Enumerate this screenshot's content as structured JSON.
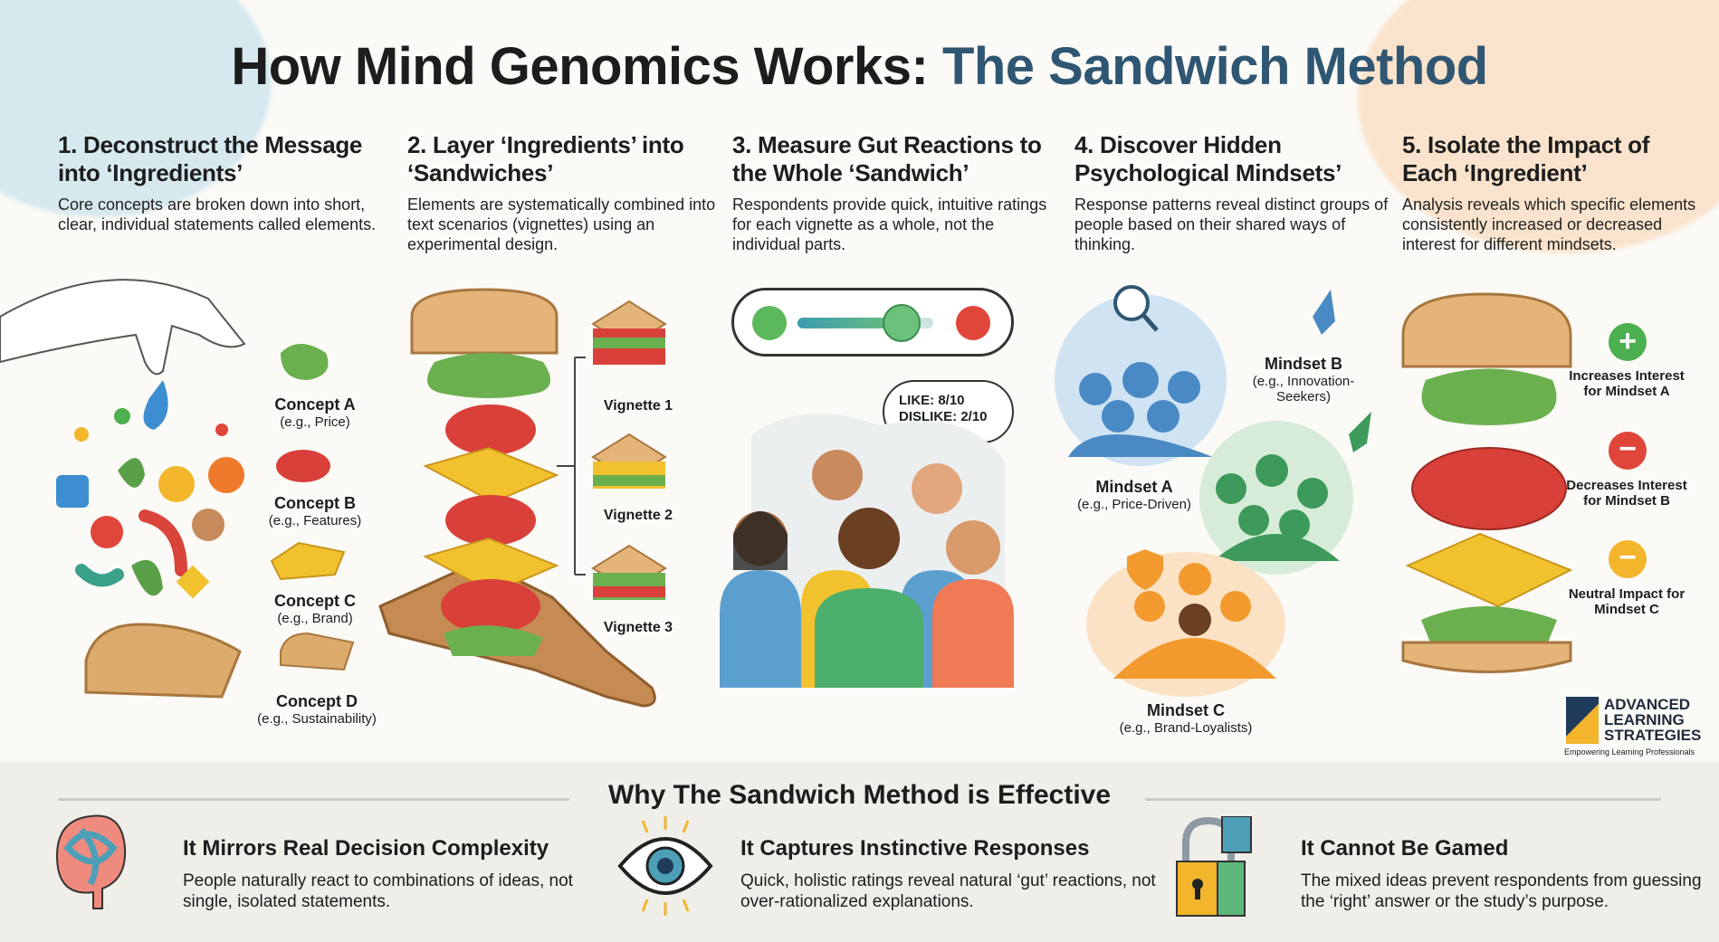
{
  "title": {
    "main": "How Mind Genomics Works:",
    "accent": "The Sandwich Method"
  },
  "steps": [
    {
      "heading": "1. Deconstruct the Message into ‘Ingredients’",
      "text": "Core concepts are broken down into short, clear, individual statements called elements."
    },
    {
      "heading": "2. Layer ‘Ingredients’ into ‘Sandwiches’",
      "text": "Elements are systematically combined into text scenarios (vignettes) using an experimental design."
    },
    {
      "heading": "3. Measure Gut Reactions to the Whole ‘Sandwich’",
      "text": "Respondents provide quick, intuitive ratings for each vignette as a whole, not the individual parts."
    },
    {
      "heading": "4. Discover Hidden Psychological Mindsets’",
      "text": "Response patterns reveal distinct groups of people based on their shared ways of thinking."
    },
    {
      "heading": "5. Isolate the Impact of Each ‘Ingredient’",
      "text": "Analysis reveals which specific elements consistently increased or decreased interest for different mindsets."
    }
  ],
  "concepts": [
    {
      "name": "Concept A",
      "eg": "(e.g., Price)"
    },
    {
      "name": "Concept B",
      "eg": "(e.g., Features)"
    },
    {
      "name": "Concept C",
      "eg": "(e.g., Brand)"
    },
    {
      "name": "Concept D",
      "eg": "(e.g., Sustainability)"
    }
  ],
  "vignettes": [
    "Vignette 1",
    "Vignette 2",
    "Vignette 3"
  ],
  "ratings": {
    "like": "LIKE: 8/10",
    "dislike": "DISLIKE: 2/10",
    "slider_fraction": 0.75
  },
  "mindsets": [
    {
      "name": "Mindset A",
      "eg": "(e.g., Price-Driven)"
    },
    {
      "name": "Mindset B",
      "eg": "(e.g., Innovation-Seekers)"
    },
    {
      "name": "Mindset C",
      "eg": "(e.g., Brand-Loyalists)"
    }
  ],
  "impacts": [
    {
      "label": "Increases Interest for Mindset A",
      "color": "#4caf50"
    },
    {
      "label": "Decreases Interest for Mindset B",
      "color": "#e0453a"
    },
    {
      "label": "Neutral Impact for Mindset C",
      "color": "#f2b52c"
    }
  ],
  "logo": {
    "line1": "ADVANCED",
    "line2": "LEARNING",
    "line3": "STRATEGIES",
    "tagline": "Empowering Learning Professionals"
  },
  "bottom": {
    "heading": "Why The Sandwich Method is Effective",
    "items": [
      {
        "title": "It Mirrors Real Decision Complexity",
        "text": "People naturally react to combinations of ideas, not single, isolated statements."
      },
      {
        "title": "It Captures Instinctive Responses",
        "text": "Quick, holistic ratings reveal natural ‘gut’ reactions, not over-rationalized explanations."
      },
      {
        "title": "It Cannot Be Gamed",
        "text": "The mixed ideas prevent respondents from guessing the ‘right’ answer or the study’s purpose."
      }
    ]
  }
}
